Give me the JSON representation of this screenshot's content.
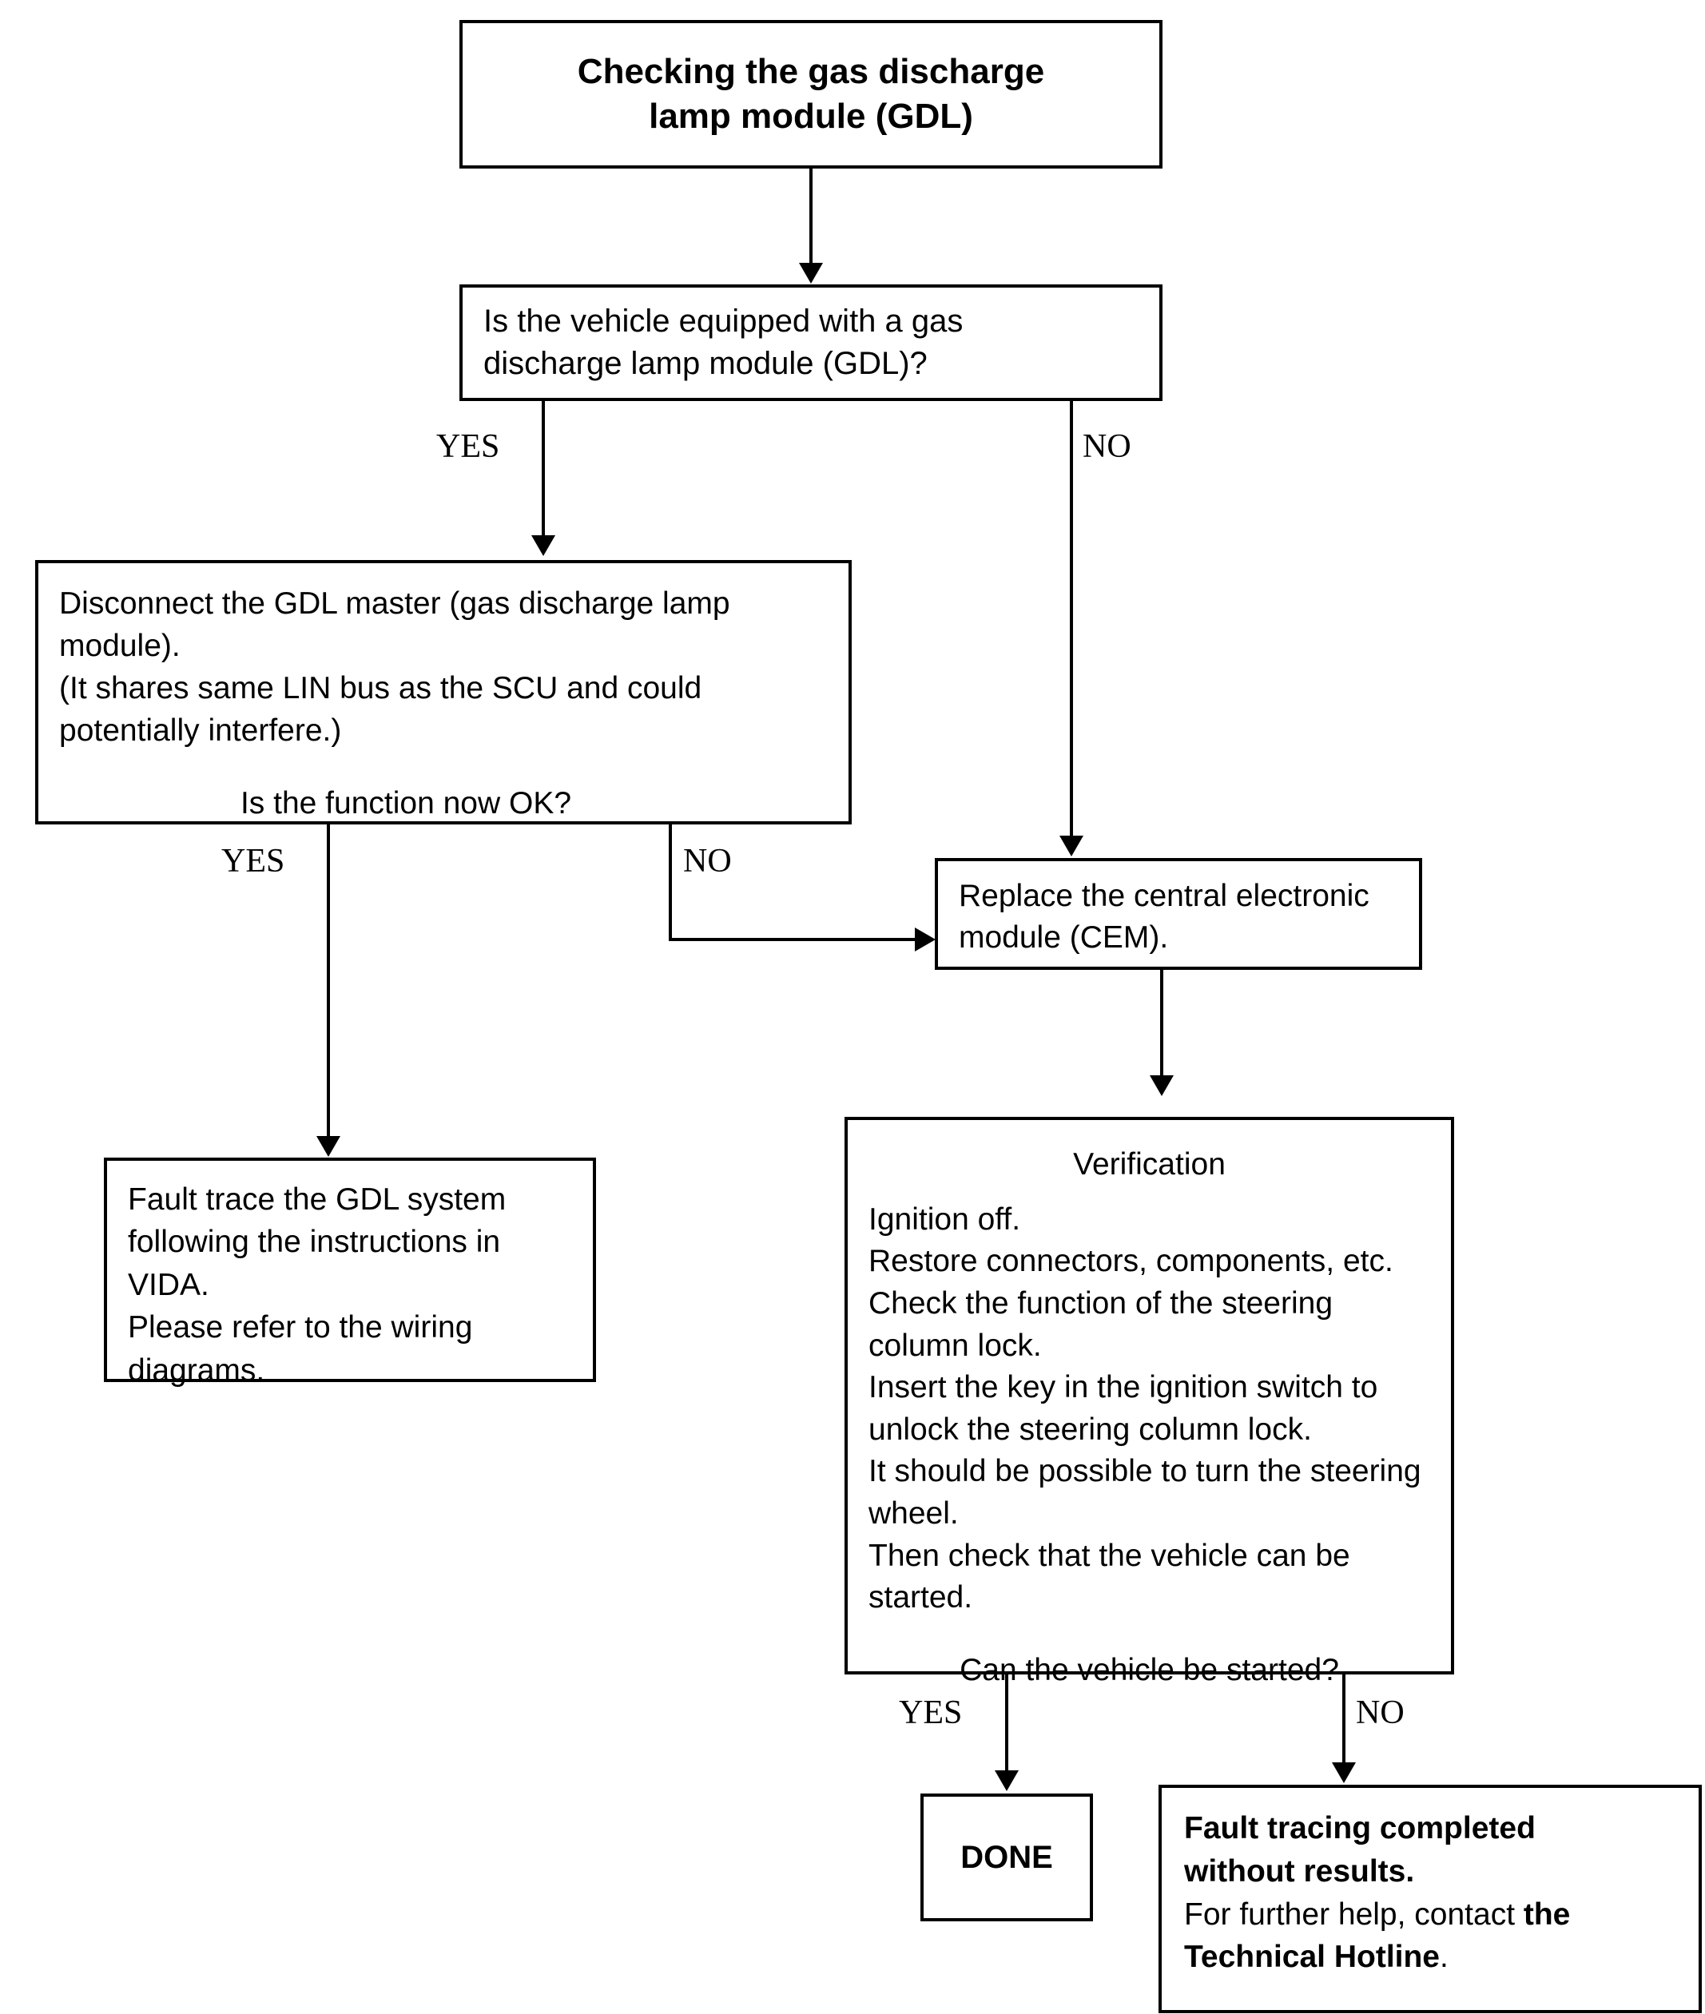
{
  "diagram": {
    "title": "Checking the gas discharge lamp module (GDL)",
    "nodes": {
      "title_box": "Checking the gas discharge\nlamp module (GDL)",
      "question_gdl": "Is the vehicle equipped with a gas\ndischarge lamp module (GDL)?",
      "disconnect_body": "Disconnect the GDL master (gas discharge lamp\nmodule).\n(It shares same LIN bus as the SCU and could\npotentially interfere.)",
      "disconnect_question": "Is the function now OK?",
      "replace_cem": "Replace the central electronic\nmodule (CEM).",
      "fault_trace_gdl": "Fault trace the GDL system\nfollowing the instructions in\nVIDA.\nPlease refer to the wiring\ndiagrams.",
      "verification_title": "Verification",
      "verification_body": "Ignition off.\nRestore connectors, components, etc.\nCheck the function of the steering\ncolumn lock.\nInsert the key in the ignition switch to\nunlock the steering column lock.\nIt should be possible to turn the steering\nwheel.\nThen check that the vehicle can be\nstarted.",
      "verification_question": "Can the vehicle be started?",
      "done": "DONE",
      "hotline_bold_1": "Fault tracing completed",
      "hotline_bold_2": "without results.",
      "hotline_regular": "For further help, contact ",
      "hotline_bold_3": "the",
      "hotline_bold_4": "Technical Hotline",
      "hotline_period": "."
    },
    "edge_labels": {
      "gdl_yes": "YES",
      "gdl_no": "NO",
      "function_yes": "YES",
      "function_no": "NO",
      "started_yes": "YES",
      "started_no": "NO"
    },
    "colors": {
      "stroke": "#000000",
      "background": "#ffffff",
      "text": "#000000"
    }
  }
}
